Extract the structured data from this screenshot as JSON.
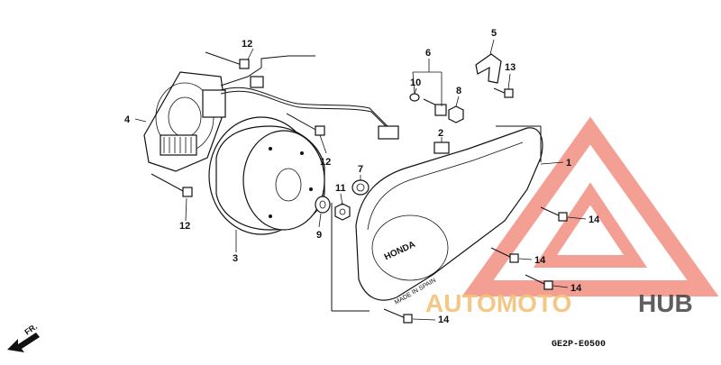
{
  "diagram": {
    "code": "GE2P-E0500",
    "direction_label": "FR.",
    "cover_text": {
      "brand": "HONDA",
      "made_in": "MADE IN SPAIN"
    },
    "callouts": {
      "c1": "1",
      "c2": "2",
      "c3": "3",
      "c4": "4",
      "c5": "5",
      "c6": "6",
      "c7": "7",
      "c8": "8",
      "c9": "9",
      "c10": "10",
      "c11": "11",
      "c12a": "12",
      "c12b": "12",
      "c12c": "12",
      "c13": "13",
      "c14a": "14",
      "c14b": "14",
      "c14c": "14",
      "c14d": "14"
    }
  },
  "watermark": {
    "text_left": "AUTOMOTO",
    "text_right": "HUB",
    "colors": {
      "left": "#f5c27a",
      "right": "#444444",
      "logo": "#f08070"
    }
  }
}
